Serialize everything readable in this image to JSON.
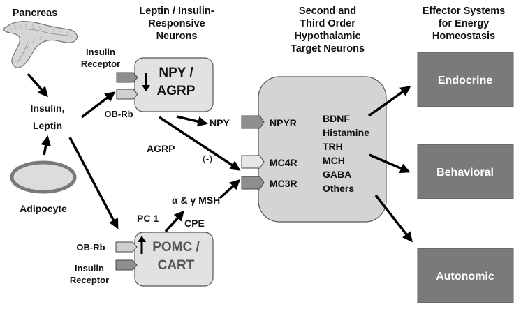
{
  "headers": {
    "pancreas": "Pancreas",
    "col2": [
      "Leptin / Insulin-",
      "Responsive",
      "Neurons"
    ],
    "col3": [
      "Second and",
      "Third Order",
      "Hypothalamic",
      "Target Neurons"
    ],
    "col4": [
      "Effector Systems",
      "for Energy",
      "Homeostasis"
    ]
  },
  "inputs": {
    "insulin": "Insulin,",
    "leptin": "Leptin",
    "adipocyte": "Adipocyte"
  },
  "npy_neuron": {
    "title": [
      "NPY /",
      "AGRP"
    ],
    "receptor_top": [
      "Insulin",
      "Receptor"
    ],
    "receptor_bottom": "OB-Rb"
  },
  "pomc_neuron": {
    "title": [
      "POMC /",
      "CART"
    ],
    "receptor_top": "OB-Rb",
    "receptor_bottom": [
      "Insulin",
      "Receptor"
    ]
  },
  "signals": {
    "npy": "NPY",
    "agrp": "AGRP",
    "agrp_effect": "(-)",
    "msh": "α & γ MSH",
    "pc1": "PC 1",
    "cpe": "CPE"
  },
  "target_neuron": {
    "receptors": [
      "NPYR",
      "MC4R",
      "MC3R"
    ],
    "mediators": [
      "BDNF",
      "Histamine",
      "TRH",
      "MCH",
      "GABA",
      "Others"
    ]
  },
  "effectors": [
    "Endocrine",
    "Behavioral",
    "Autonomic"
  ]
}
